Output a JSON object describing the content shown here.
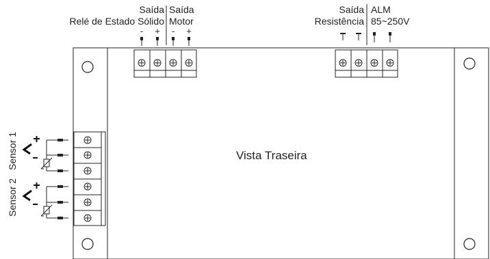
{
  "title": "Vista Traseira",
  "top_labels": {
    "rele_line1": "Saída",
    "rele_line2": "Relé de Estado Sólido",
    "motor_line1": "Saída",
    "motor_line2": "Motor",
    "res_line1": "Saída",
    "res_line2": "Resistência",
    "alm_line1": "ALM",
    "alm_line2": "85~250V"
  },
  "polarity": {
    "minus": "-",
    "plus": "+"
  },
  "side_labels": {
    "sensor1": "Sensor 1",
    "sensor2": "Sensor 2"
  },
  "colors": {
    "line": "#222222",
    "fill": "#ffffff"
  }
}
